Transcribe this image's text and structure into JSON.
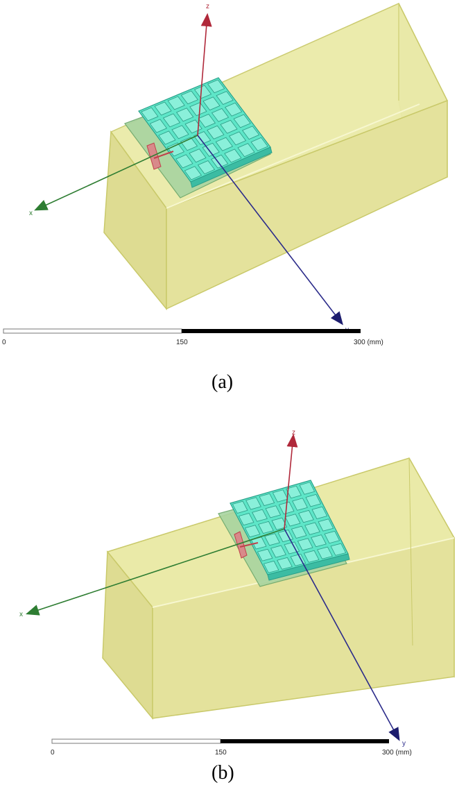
{
  "panels": [
    {
      "id": "a",
      "caption": "(a)",
      "axes": {
        "x": "x",
        "y": "y",
        "z": "z"
      },
      "scale_bar": {
        "ticks": [
          "0",
          "150",
          "300 (mm)"
        ],
        "unit": "mm"
      }
    },
    {
      "id": "b",
      "caption": "(b)",
      "axes": {
        "x": "x",
        "y": "y",
        "z": "z"
      },
      "scale_bar": {
        "ticks": [
          "0",
          "150",
          "300 (mm)"
        ],
        "unit": "mm"
      }
    }
  ],
  "colors": {
    "box_fill": "#e3e39a",
    "box_edge": "#c9c96a",
    "antenna_fill": "#5ee6c8",
    "ground_fill": "#9fcf9a",
    "x_axis": "#2e7d32",
    "y_axis": "#2b2b8a",
    "z_axis": "#b0283a",
    "port": "#c0404a"
  }
}
